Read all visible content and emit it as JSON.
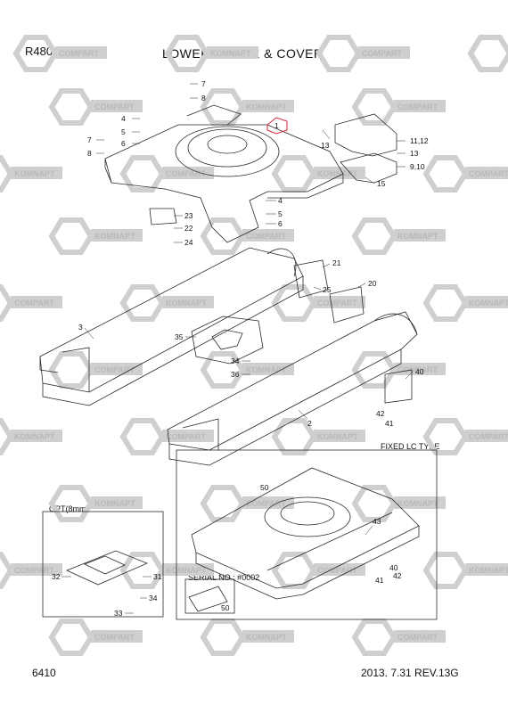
{
  "header": {
    "model": "R480LC-9MH",
    "title": "LOWER FRAME & COVER"
  },
  "footer": {
    "page_code": "6410",
    "revision": "2013. 7.31  REV.13G"
  },
  "sections": {
    "fixed_lc_type": "FIXED LC TYPE",
    "option": "OPT(8mm)",
    "serial": "SERIAL NO : #0002"
  },
  "watermark": {
    "brand_a": "COMPART",
    "brand_b": "KOMNAPT"
  },
  "callouts": [
    {
      "id": "c7a",
      "label": "7"
    },
    {
      "id": "c8a",
      "label": "8"
    },
    {
      "id": "c4a",
      "label": "4"
    },
    {
      "id": "c5a",
      "label": "5"
    },
    {
      "id": "c6a",
      "label": "6"
    },
    {
      "id": "c7b",
      "label": "7"
    },
    {
      "id": "c8b",
      "label": "8"
    },
    {
      "id": "c1",
      "label": "1"
    },
    {
      "id": "c13a",
      "label": "13"
    },
    {
      "id": "c1112",
      "label": "11,12"
    },
    {
      "id": "c13b",
      "label": "13"
    },
    {
      "id": "c910",
      "label": "9,10"
    },
    {
      "id": "c15",
      "label": "15"
    },
    {
      "id": "c4b",
      "label": "4"
    },
    {
      "id": "c5b",
      "label": "5"
    },
    {
      "id": "c6b",
      "label": "6"
    },
    {
      "id": "c23",
      "label": "23"
    },
    {
      "id": "c22",
      "label": "22"
    },
    {
      "id": "c24",
      "label": "24"
    },
    {
      "id": "c21",
      "label": "21"
    },
    {
      "id": "c25",
      "label": "25"
    },
    {
      "id": "c20",
      "label": "20"
    },
    {
      "id": "c3",
      "label": "3"
    },
    {
      "id": "c35",
      "label": "35"
    },
    {
      "id": "c34a",
      "label": "34"
    },
    {
      "id": "c36",
      "label": "36"
    },
    {
      "id": "c40a",
      "label": "40"
    },
    {
      "id": "c42a",
      "label": "42"
    },
    {
      "id": "c41a",
      "label": "41"
    },
    {
      "id": "c2",
      "label": "2"
    },
    {
      "id": "c50a",
      "label": "50"
    },
    {
      "id": "c43",
      "label": "43"
    },
    {
      "id": "c40b",
      "label": "40"
    },
    {
      "id": "c42b",
      "label": "42"
    },
    {
      "id": "c41b",
      "label": "41"
    },
    {
      "id": "c32",
      "label": "32"
    },
    {
      "id": "c31",
      "label": "31"
    },
    {
      "id": "c34b",
      "label": "34"
    },
    {
      "id": "c33",
      "label": "33"
    },
    {
      "id": "c50b",
      "label": "50"
    }
  ],
  "colors": {
    "line": "#2a2a2a",
    "watermark": "#cfcfcf",
    "highlight": "#d9263a"
  }
}
